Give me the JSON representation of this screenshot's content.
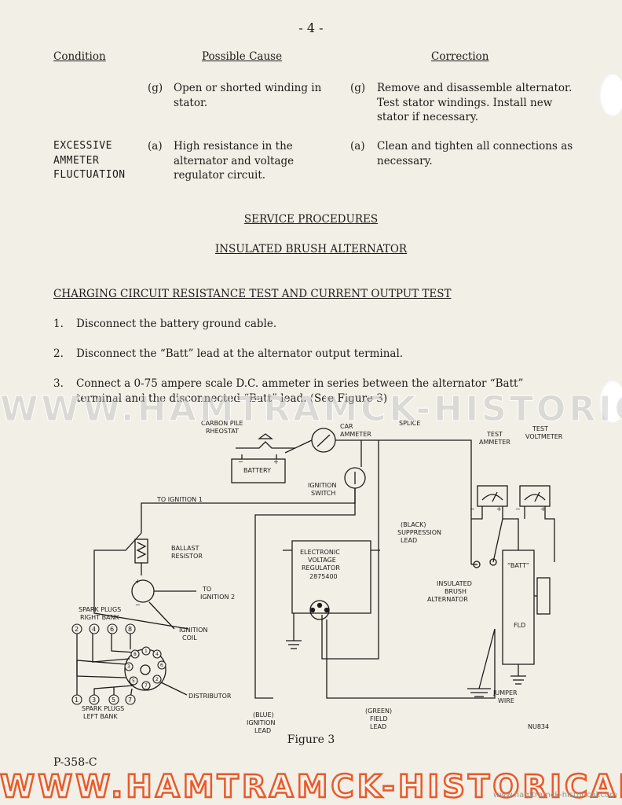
{
  "page_number": "- 4 -",
  "table_headers": {
    "condition": "Condition",
    "cause": "Possible Cause",
    "correction": "Correction"
  },
  "rows": [
    {
      "condition": [],
      "cause_letter": "(g)",
      "cause": [
        "Open or shorted winding in",
        "stator."
      ],
      "corr_letter": "(g)",
      "correction": [
        "Remove and disassemble alternator.",
        "Test stator windings.  Install new",
        "stator if necessary."
      ]
    },
    {
      "condition": [
        "EXCESSIVE",
        "AMMETER",
        "FLUCTUATION"
      ],
      "cause_letter": "(a)",
      "cause": [
        "High resistance in the",
        "alternator and voltage",
        "regulator circuit."
      ],
      "corr_letter": "(a)",
      "correction": [
        "Clean and tighten all connections as",
        "necessary."
      ]
    }
  ],
  "section_title": "SERVICE PROCEDURES",
  "subsection_title": "INSULATED BRUSH ALTERNATOR",
  "procedure_title": "CHARGING CIRCUIT RESISTANCE TEST AND CURRENT OUTPUT TEST",
  "steps": [
    {
      "num": "1.",
      "text": [
        "Disconnect the battery ground cable."
      ]
    },
    {
      "num": "2.",
      "text": [
        "Disconnect the “Batt” lead at the alternator output terminal."
      ]
    },
    {
      "num": "3.",
      "text": [
        "Connect a 0-75 ampere scale D.C. ammeter in series between the alternator “Batt”",
        "terminal and the disconnected “Batt” lead. (See Figure 3)"
      ]
    }
  ],
  "diagram_labels": {
    "carbon_pile": [
      "CARBON PILE",
      "RHEOSTAT"
    ],
    "car_ammeter": [
      "CAR",
      "AMMETER"
    ],
    "splice": "SPLICE",
    "test_ammeter": [
      "TEST",
      "AMMETER"
    ],
    "test_voltmeter": [
      "TEST",
      "VOLTMETER"
    ],
    "battery": "BATTERY",
    "ignition_switch": [
      "IGNITION",
      "SWITCH"
    ],
    "to_ignition_1": "TO IGNITION 1",
    "suppression_lead": [
      "(BLACK)",
      "SUPPRESSION",
      "LEAD"
    ],
    "ballast_resistor": [
      "BALLAST",
      "RESISTOR"
    ],
    "regulator": [
      "ELECTRONIC",
      "VOLTAGE",
      "REGULATOR",
      "2875400"
    ],
    "batt_terminal": "“BATT”",
    "to_ignition_2": [
      "TO",
      "IGNITION 2"
    ],
    "insulated_brush_alternator": [
      "INSULATED",
      "BRUSH",
      "ALTERNATOR"
    ],
    "spark_plugs_right": [
      "SPARK PLUGS",
      "RIGHT BANK"
    ],
    "ignition_coil": [
      "IGNITION",
      "COIL"
    ],
    "fld": "FLD",
    "distributor": "DISTRIBUTOR",
    "spark_plugs_left": [
      "SPARK PLUGS",
      "LEFT BANK"
    ],
    "jumper_wire": [
      "JUMPER",
      "WIRE"
    ],
    "blue_ignition_lead": [
      "(BLUE)",
      "IGNITION",
      "LEAD"
    ],
    "green_field_lead": [
      "(GREEN)",
      "FIELD",
      "LEAD"
    ],
    "nu_code": "NU834",
    "right_plugs": [
      "2",
      "4",
      "6",
      "8"
    ],
    "left_plugs": [
      "1",
      "3",
      "5",
      "7"
    ],
    "dist_numbers": [
      "8",
      "1",
      "4",
      "3",
      "6",
      "5",
      "7",
      "2"
    ]
  },
  "figure_caption": "Figure 3",
  "footer_code": "P-358-C",
  "watermark": "WWW.HAMTRAMCK-HISTORICAL.COM",
  "watermark_small": "www.hamtramck-historical.com"
}
